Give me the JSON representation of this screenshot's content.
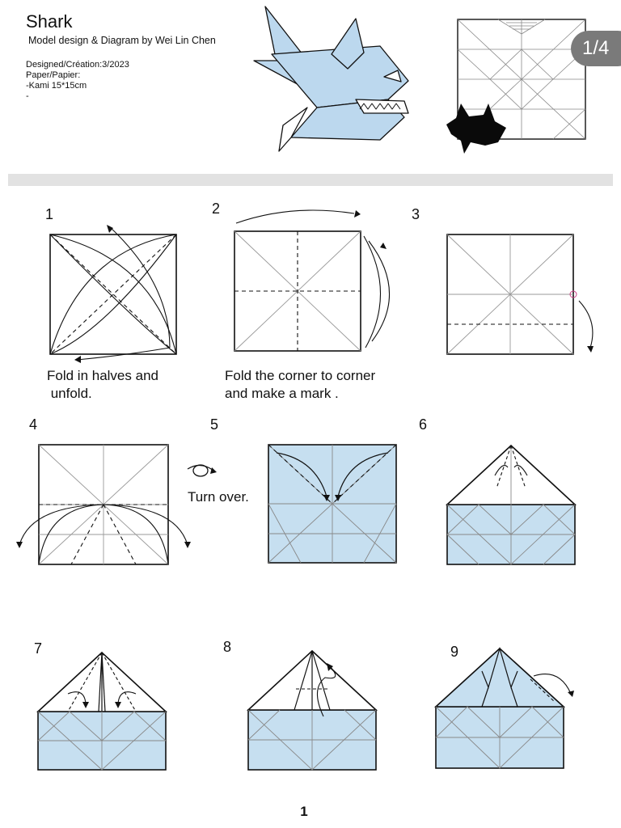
{
  "header": {
    "title": "Shark",
    "credit": "Model design & Diagram by Wei Lin Chen",
    "designed": "Designed/Création:3/2023",
    "paper_label": "Paper/Papier:",
    "paper_spec": "-Kami 15*15cm",
    "dash": "-"
  },
  "page_badge": "1/4",
  "steps": [
    {
      "num": "1",
      "caption_lines": [
        "Fold in halves and",
        " unfold."
      ]
    },
    {
      "num": "2",
      "caption_lines": [
        "Fold the corner to corner",
        "and make a mark ."
      ]
    },
    {
      "num": "3"
    },
    {
      "num": "4"
    },
    {
      "num": "5"
    },
    {
      "num": "6"
    },
    {
      "num": "7"
    },
    {
      "num": "8"
    },
    {
      "num": "9"
    }
  ],
  "turn_over": "Turn over.",
  "page_number": "1",
  "colors": {
    "paper_blue": "#c6dff0",
    "line": "#111111",
    "crease": "#8a8a8a",
    "divider": "#e2e2e2"
  }
}
